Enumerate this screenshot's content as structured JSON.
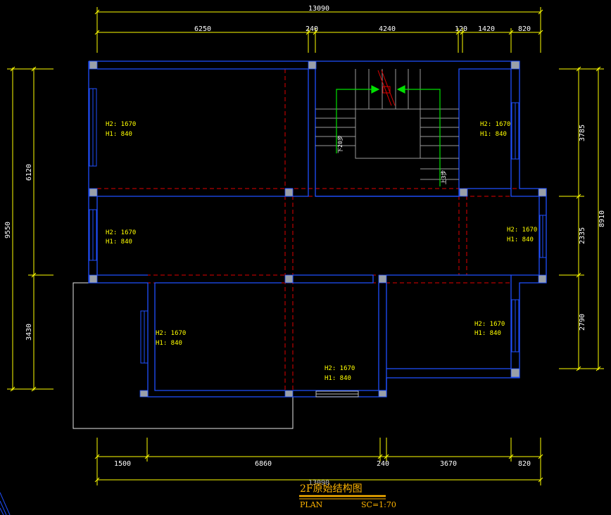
{
  "dimensions": {
    "top_total": "13090",
    "top_segments": [
      "6250",
      "240",
      "4240",
      "120",
      "1420",
      "820"
    ],
    "bottom_segments": [
      "1500",
      "6860",
      "240",
      "3670",
      "820"
    ],
    "bottom_total_overlap": "13090",
    "left_total": "9550",
    "left_segments": [
      "6120",
      "3430"
    ],
    "right_total": "8910",
    "right_segments": [
      "3785",
      "2335",
      "2790"
    ]
  },
  "room_labels": [
    {
      "h2": "H2: 1670",
      "h1": "H1: 840"
    },
    {
      "h2": "H2: 1670",
      "h1": "H1: 840"
    },
    {
      "h2": "H2: 1670",
      "h1": "H1: 840"
    },
    {
      "h2": "H2: 1670",
      "h1": "H1: 840"
    },
    {
      "h2": "H2: 1670",
      "h1": "H1: 840"
    },
    {
      "h2": "H2: 1670",
      "h1": "H1: 840"
    },
    {
      "h2": "H2: 1670",
      "h1": "H1: 840"
    }
  ],
  "stair_labels": {
    "down": "下20步",
    "up": "上3步"
  },
  "title": {
    "main": "2F原始结构图",
    "plan": "PLAN",
    "scale": "SC=1:70"
  },
  "colors": {
    "wall": "#1f4fff",
    "dim": "#ffff00",
    "beam": "#ff0000",
    "column": "#9aa0a8",
    "arrow": "#00ff00",
    "title": "#ffb400"
  }
}
